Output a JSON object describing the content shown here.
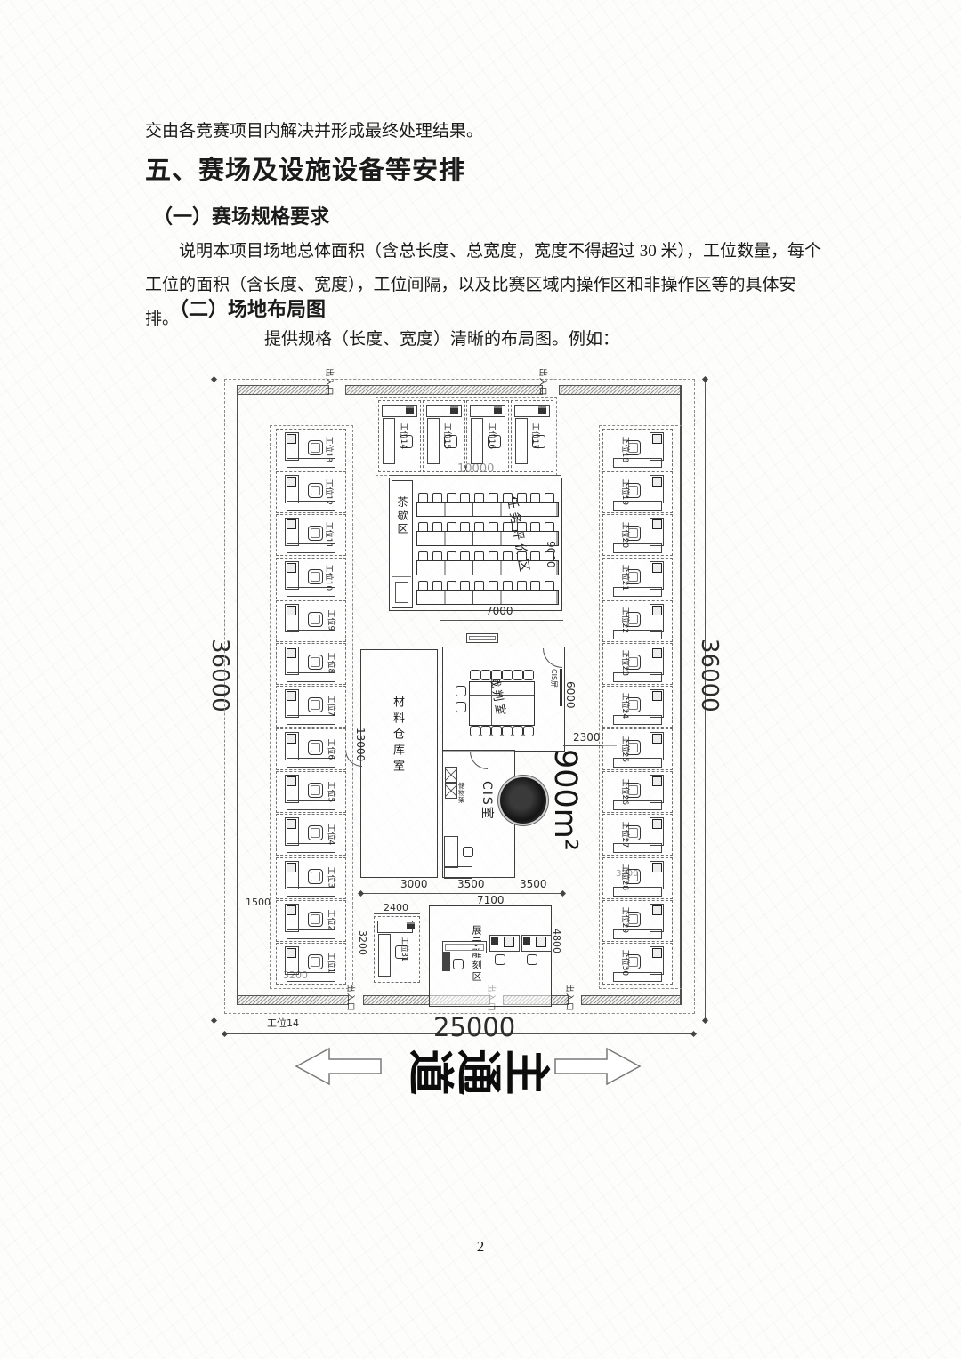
{
  "page": {
    "number": "2"
  },
  "document": {
    "intro": "交由各竞赛项目内解决并形成最终处理结果。",
    "section_title": "五、赛场及设施设备等安排",
    "sub1_title": "（一）赛场规格要求",
    "sub1_body_line1": "说明本项目场地总体面积（含总长度、总宽度，宽度不得超过 30 米），工位数量，每个",
    "sub1_body_line2": "工位的面积（含长度、宽度），工位间隔，以及比赛区域内操作区和非操作区等的具体安排。",
    "sub2_title": "（二）场地布局图",
    "sub2_body": "提供规格（长度、宽度）清晰的布局图。例如："
  },
  "plan": {
    "entrance_label": "出入口",
    "workstations": {
      "left": [
        "工位13",
        "工位12",
        "工位11",
        "工位10",
        "工位9",
        "工位8",
        "工位7",
        "工位6",
        "工位5",
        "工位4",
        "工位3",
        "工位2",
        "工位1"
      ],
      "top": [
        "工位14",
        "工位15",
        "工位16",
        "工位17"
      ],
      "right": [
        "工位18",
        "工位19",
        "工位20",
        "工位21",
        "工位22",
        "工位23",
        "工位24",
        "工位25",
        "工位26",
        "工位27",
        "工位28",
        "工位29",
        "工位30"
      ],
      "bottom": "工位31",
      "bottom_caption": "工位14"
    },
    "rooms": {
      "tea_break": "茶歇区",
      "task_eval": "任务评价区",
      "warehouse": "材料仓库室",
      "judges": "裁判室",
      "cis_screen": "CIS屏",
      "cis_room": "CIS室",
      "shelf_label": "储物架",
      "carving": "展示雕刻区",
      "area_label": "900m²"
    },
    "aisle": {
      "chars": [
        "道",
        "通",
        "主"
      ]
    },
    "dimensions": {
      "left_total": "36000",
      "right_total": "36000",
      "bottom_total": "25000",
      "hall_top": "10000",
      "hall_right": "9000",
      "hall_bottom": "7000",
      "warehouse_left": "13000",
      "warehouse_bottom": "3000",
      "cis_bottom": "3500",
      "open_bottom": "3500",
      "judges_right": "6000",
      "judges_offset": "2300",
      "carving_top": "7100",
      "carving_right": "4800",
      "ws31_top": "2400",
      "ws31_left": "3200",
      "left_gap": "1500",
      "left_bottom": "3200",
      "right_col": "3200"
    }
  }
}
